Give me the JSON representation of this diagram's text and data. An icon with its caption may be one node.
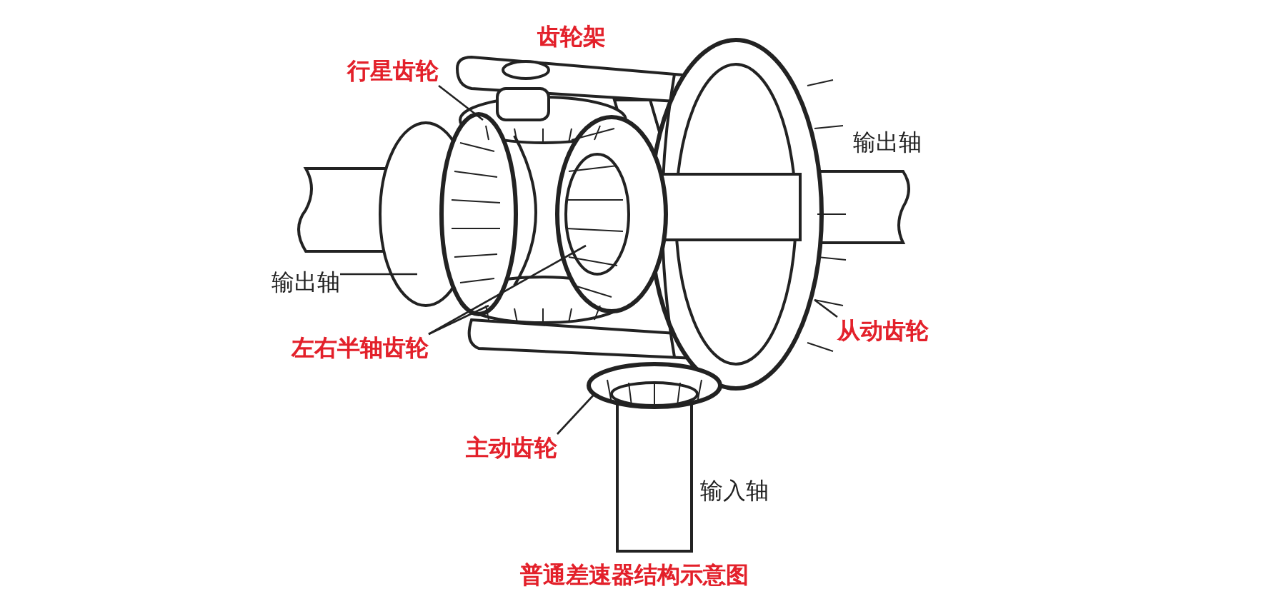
{
  "diagram": {
    "caption": "普通差速器结构示意图",
    "nodes": [
      {
        "text": [
          "行星齿轮"
        ]
      },
      {
        "text": [
          "输出轴"
        ]
      },
      {
        "text": [
          "左右半轴齿轮"
        ]
      },
      {
        "text": [
          "从动齿轮"
        ]
      },
      {
        "text": [
          "主动齿轮"
        ]
      }
    ],
    "edges": [
      {
        "from": 0,
        "to": null,
        "arrow": "none"
      },
      {
        "from": 1,
        "to": null,
        "arrow": "none"
      },
      {
        "from": 2,
        "to": null,
        "arrow": "none"
      },
      {
        "from": 2,
        "to": null,
        "arrow": "none"
      },
      {
        "from": 3,
        "to": null,
        "arrow": "none"
      },
      {
        "from": 4,
        "to": null,
        "arrow": "none"
      }
    ],
    "labels": [
      "齿轮架",
      "输出轴",
      "输入轴"
    ]
  }
}
